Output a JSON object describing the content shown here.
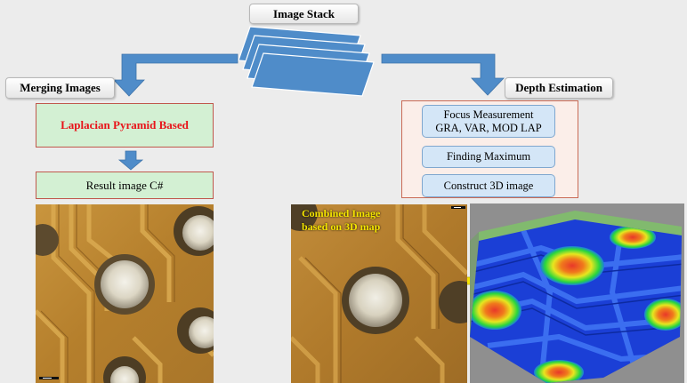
{
  "stack_label": "Image Stack",
  "merge": {
    "label": "Merging Images",
    "method": "Laplacian Pyramid Based",
    "method_color": "#e8141a",
    "result": "Result image C#"
  },
  "depth": {
    "label": "Depth Estimation",
    "steps": [
      {
        "title": "Focus Measurement",
        "sub": "GRA, VAR, MOD LAP"
      },
      {
        "title": "Finding Maximum",
        "sub": ""
      },
      {
        "title": "Construct 3D image",
        "sub": ""
      }
    ]
  },
  "combined_caption_line1": "Combined Image",
  "combined_caption_line2": "based on 3D map",
  "colors": {
    "arrow_blue": "#4f8cc9",
    "green_fill": "#d3f0d3",
    "panel_fill": "#fbeee9",
    "inner_blue": "#d4e6f7",
    "caption_yellow": "#f4e400"
  }
}
